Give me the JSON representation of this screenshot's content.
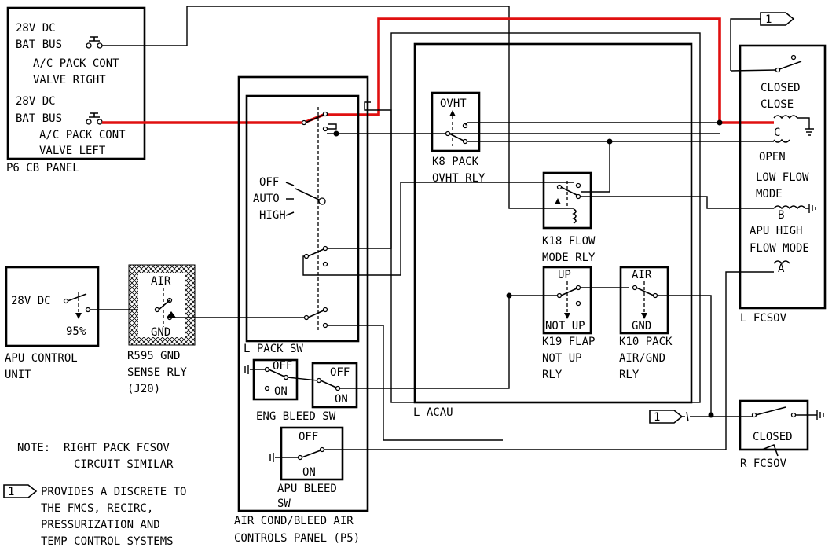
{
  "p6_panel": {
    "bus1_line1": "28V DC",
    "bus1_line2": "BAT BUS",
    "cb_right_line1": "A/C PACK CONT",
    "cb_right_line2": "VALVE RIGHT",
    "bus2_line1": "28V DC",
    "bus2_line2": "BAT BUS",
    "cb_left_line1": "A/C PACK CONT",
    "cb_left_line2": "VALVE LEFT",
    "title": "P6 CB PANEL"
  },
  "apu_unit": {
    "voltage": "28V DC",
    "percent": "95%",
    "title_line1": "APU CONTROL",
    "title_line2": "UNIT"
  },
  "r595": {
    "air": "AIR",
    "gnd": "GND",
    "title_line1": "R595 GND",
    "title_line2": "SENSE RLY",
    "title_line3": "(J20)"
  },
  "p5_panel": {
    "pack_sw_off": "OFF",
    "pack_sw_auto": "AUTO",
    "pack_sw_high": "HIGH",
    "pack_sw_title": "L PACK SW",
    "eng_off": "OFF",
    "eng_on": "ON",
    "eng_off2": "OFF",
    "eng_on2": "ON",
    "eng_title": "ENG BLEED SW",
    "apu_off": "OFF",
    "apu_on": "ON",
    "apu_title_line1": "APU BLEED",
    "apu_title_line2": "SW",
    "title_line1": "AIR COND/BLEED AIR",
    "title_line2": "CONTROLS PANEL (P5)"
  },
  "acau": {
    "k8_label": "OVHT",
    "k8_title_line1": "K8 PACK",
    "k8_title_line2": "OVHT RLY",
    "k18_title_line1": "K18 FLOW",
    "k18_title_line2": "MODE RLY",
    "k19_up": "UP",
    "k19_not_up": "NOT UP",
    "k19_title_line1": "K19 FLAP",
    "k19_title_line2": "NOT UP",
    "k19_title_line3": "RLY",
    "k10_air": "AIR",
    "k10_gnd": "GND",
    "k10_title_line1": "K10 PACK",
    "k10_title_line2": "AIR/GND",
    "k10_title_line3": "RLY",
    "title": "L ACAU"
  },
  "l_fcsov": {
    "closed": "CLOSED",
    "close": "CLOSE",
    "c": "C",
    "open": "OPEN",
    "low_flow_line1": "LOW FLOW",
    "low_flow_line2": "MODE",
    "b": "B",
    "apu_high_line1": "APU HIGH",
    "apu_high_line2": "FLOW MODE",
    "a": "A",
    "title": "L FCSOV"
  },
  "r_fcsov": {
    "closed": "CLOSED",
    "title": "R FCSOV"
  },
  "flags": {
    "top_flag": "1",
    "mid_flag": "1",
    "note_flag": "1"
  },
  "notes": {
    "note_line1": "NOTE:  RIGHT PACK FCSOV",
    "note_line2": "CIRCUIT SIMILAR",
    "disc_line1": "PROVIDES A DISCRETE TO",
    "disc_line2": "THE FMCS, RECIRC,",
    "disc_line3": "PRESSURIZATION AND",
    "disc_line4": "TEMP CONTROL SYSTEMS"
  },
  "colors": {
    "highlight_wire": "#e01010"
  }
}
